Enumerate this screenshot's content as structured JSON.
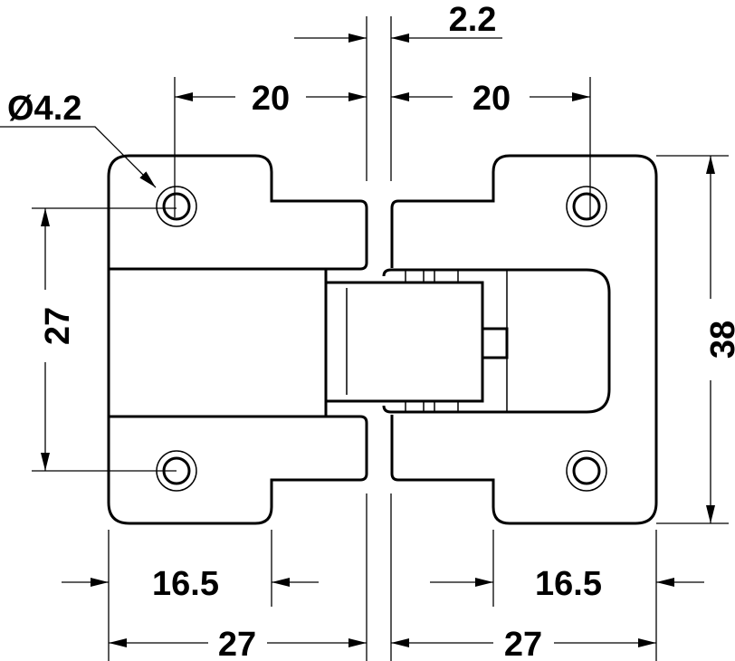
{
  "drawing": {
    "title": "Hinge dimension drawing",
    "dimensions": {
      "gap": "2.2",
      "left_hole_offset": "20",
      "right_hole_offset": "20",
      "hole_diameter": "Ø4.2",
      "hole_spacing": "27",
      "height": "38",
      "left_notch_width": "16.5",
      "right_notch_width": "16.5",
      "left_leaf_width": "27",
      "right_leaf_width": "27"
    },
    "colors": {
      "line": "#000000",
      "background": "#ffffff"
    }
  }
}
